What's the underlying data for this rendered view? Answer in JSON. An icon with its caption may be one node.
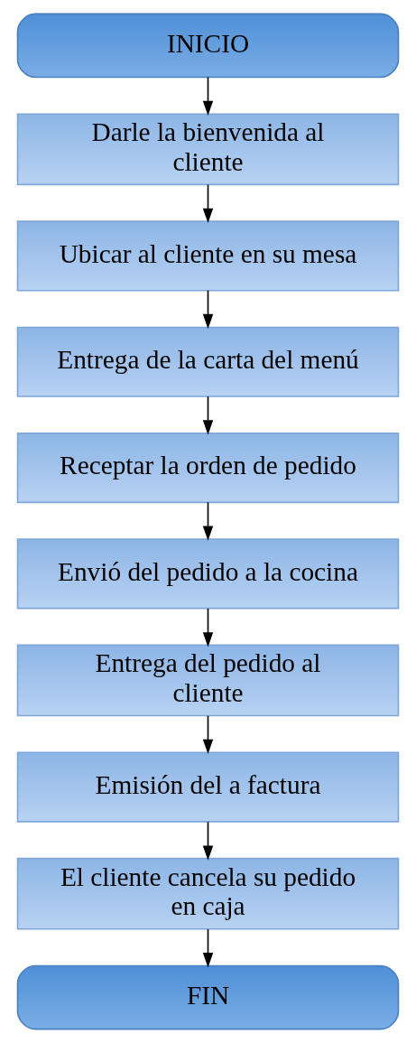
{
  "diagram": {
    "nodes": [
      {
        "text": [
          "INICIO"
        ]
      },
      {
        "text": [
          "Darle la bienvenida al cliente"
        ]
      },
      {
        "text": [
          "Ubicar al cliente en su mesa"
        ]
      },
      {
        "text": [
          "Entrega de la carta del menú"
        ]
      },
      {
        "text": [
          "Receptar la orden de pedido"
        ]
      },
      {
        "text": [
          "Envió del pedido a la cocina"
        ]
      },
      {
        "text": [
          "Entrega del pedido al cliente"
        ]
      },
      {
        "text": [
          "Emisión del a factura"
        ]
      },
      {
        "text": [
          "El cliente cancela su pedido en caja"
        ]
      },
      {
        "text": [
          "FIN"
        ]
      }
    ],
    "edges": [
      {
        "from": 0,
        "to": 1,
        "arrow": "to"
      },
      {
        "from": 1,
        "to": 2,
        "arrow": "to"
      },
      {
        "from": 2,
        "to": 3,
        "arrow": "to"
      },
      {
        "from": 3,
        "to": 4,
        "arrow": "to"
      },
      {
        "from": 4,
        "to": 5,
        "arrow": "to"
      },
      {
        "from": 5,
        "to": 6,
        "arrow": "to"
      },
      {
        "from": 6,
        "to": 7,
        "arrow": "to"
      },
      {
        "from": 7,
        "to": 8,
        "arrow": "to"
      },
      {
        "from": 8,
        "to": 9,
        "arrow": "to"
      }
    ]
  }
}
